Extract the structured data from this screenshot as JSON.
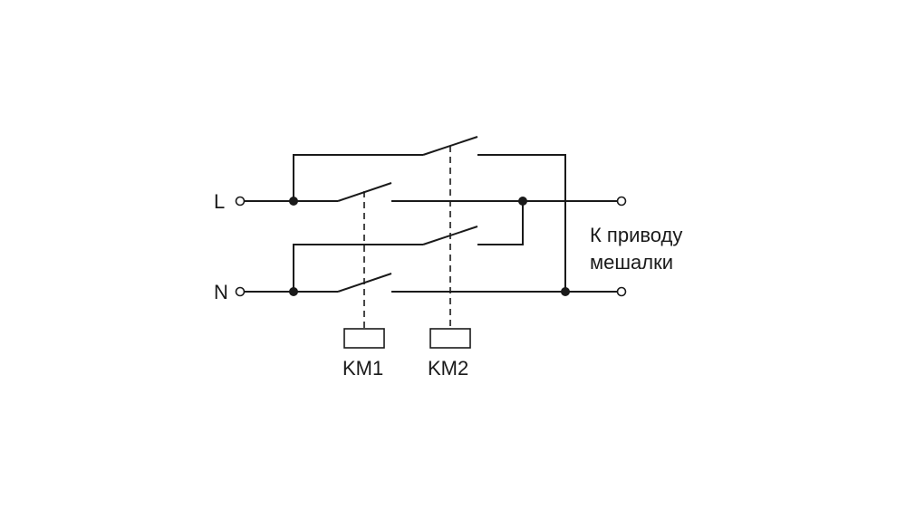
{
  "labels": {
    "line_l": "L",
    "line_n": "N",
    "contactor_1": "KM1",
    "contactor_2": "KM2",
    "output_line_1": "К приводу",
    "output_line_2": "мешалки"
  }
}
